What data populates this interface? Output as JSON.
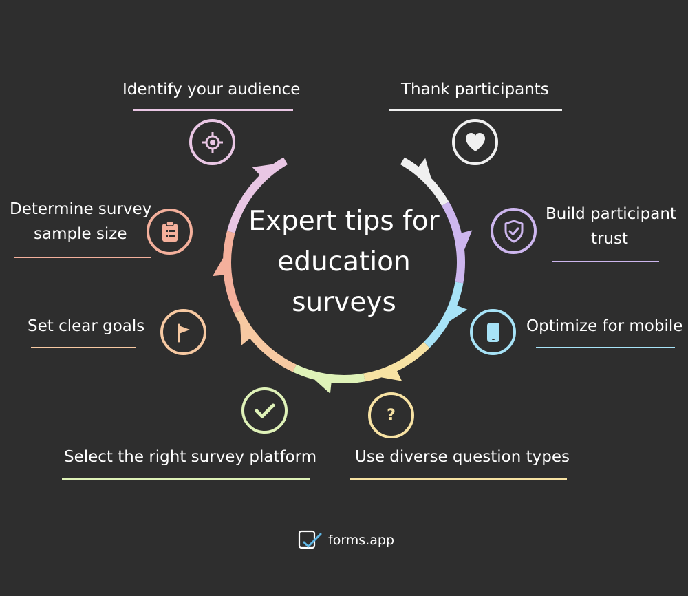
{
  "title": [
    "Expert tips for",
    "education",
    "surveys"
  ],
  "tips": [
    {
      "label": "Identify your audience",
      "color": "#e9c6e4",
      "icon": "crosshair-icon"
    },
    {
      "label": "Thank participants",
      "color": "#f0f0f0",
      "icon": "heart-icon"
    },
    {
      "label": "Determine survey",
      "label2": "sample size",
      "color": "#f4b09c",
      "icon": "clipboard-icon"
    },
    {
      "label": "Build participant",
      "label2": "trust",
      "color": "#cdb6ee",
      "icon": "shield-check-icon"
    },
    {
      "label": "Set clear goals",
      "color": "#f7c9a2",
      "icon": "flag-icon"
    },
    {
      "label": "Optimize for mobile",
      "color": "#a7e3f7",
      "icon": "mobile-phone-icon"
    },
    {
      "label": "Select the right survey platform",
      "color": "#dff2b8",
      "icon": "checkmark-icon"
    },
    {
      "label": "Use diverse question types",
      "color": "#f7e2a3",
      "icon": "question-mark-icon",
      "glyph": "?"
    }
  ],
  "brand": {
    "name": "forms.app",
    "icon": "forms-app-logo-icon"
  }
}
